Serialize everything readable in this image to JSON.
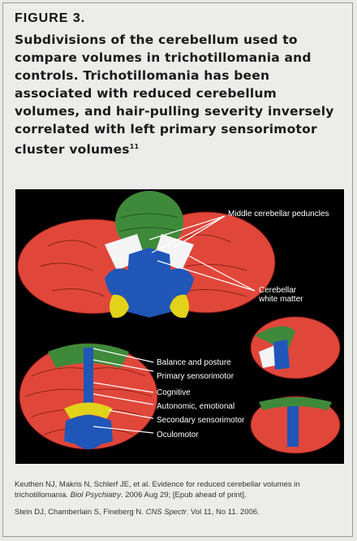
{
  "figure": {
    "label": "FIGURE 3.",
    "caption": "Subdivisions of the cerebellum used to compare volumes in trichotillomania and controls. Trichotillomania has been associated with reduced cerebellum volumes, and hair-pulling severity inversely correlated with left primary sensorimotor cluster volumes",
    "caption_ref": "11"
  },
  "panel_labels": {
    "middle_peduncles": "Middle cerebellar peduncles",
    "white_matter_1": "Cerebellar",
    "white_matter_2": "white matter",
    "balance": "Balance and posture",
    "primary": "Primary sensorimotor",
    "cognitive": "Cognitive",
    "autonomic": "Autonomic, emotional",
    "secondary": "Secondary sensorimotor",
    "oculomotor": "Oculomotor"
  },
  "references": {
    "ref1_pre": "Keuthen NJ, Makris N, Schlerf JE, et al. Evidence for reduced cerebellar volumes in trichotillomania.",
    "ref1_journal": "Biol Psychiatry",
    "ref1_post": ". 2006 Aug 29; [Epub ahead of print].",
    "ref2_pre": "Stein DJ, Chamberlain S, Fineberg N.",
    "ref2_journal": "CNS Spectr",
    "ref2_post": ". Vol 11, No 11. 2006."
  },
  "colors": {
    "red": "#e0473a",
    "green": "#3e8a3a",
    "blue": "#1f56b8",
    "yellow": "#e2d21a",
    "white": "#f4f4f4",
    "background": "#000000"
  }
}
